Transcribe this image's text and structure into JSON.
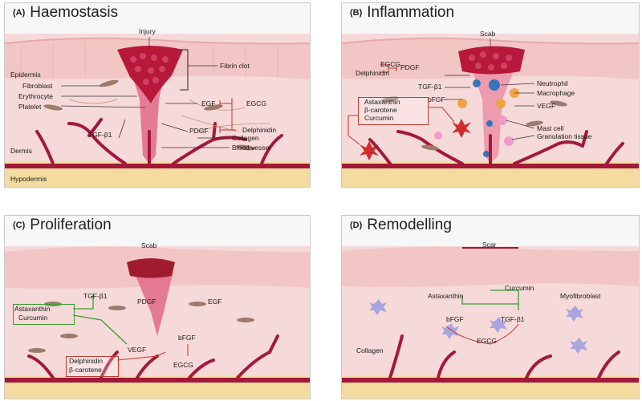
{
  "panels": {
    "a": {
      "letter": "(A)",
      "title": "Haemostasis",
      "labels": {
        "injury": "Injury",
        "fibrin_clot": "Fibrin clot",
        "epidermis": "Epidermis",
        "fibroblast": "Fibroblast",
        "erythrocyte": "Erythrocyte",
        "platelet": "Platelet",
        "egf": "EGF",
        "egcg": "EGCG",
        "tgf": "TGF-β1",
        "pdgf": "PDGF",
        "delphinidin": "Delphinidin",
        "collagen": "Collagen",
        "dermis": "Dermis",
        "blood_vessel": "Blood vessel",
        "hypodermis": "Hypodermis"
      }
    },
    "b": {
      "letter": "(B)",
      "title": "Inflammation",
      "labels": {
        "scab": "Scab",
        "egcg": "EGCG",
        "delphinidin": "Delphinidin",
        "pdgf": "PDGF",
        "tgf": "TGF-β1",
        "bfgf": "bFGF",
        "astaxanthin": "Astaxanthin",
        "beta_carotene": "β-carotene",
        "curcumin": "Curcumin",
        "neutrophil": "Neutrophil",
        "macrophage": "Macrophage",
        "vegf": "VEGF",
        "mast_cell": "Mast cell",
        "granulation": "Granulation tissue"
      }
    },
    "c": {
      "letter": "(C)",
      "title": "Proliferation",
      "labels": {
        "scab": "Scab",
        "pdgf": "PDGF",
        "egf": "EGF",
        "tgf": "TGF-β1",
        "astaxanthin": "Astaxanthin",
        "curcumin": "Curcumin",
        "vegf": "VEGF",
        "bfgf": "bFGF",
        "delphinidin": "Delphinidin",
        "beta_carotene": "β-carotene",
        "egcg": "EGCG"
      }
    },
    "d": {
      "letter": "(D)",
      "title": "Remodelling",
      "labels": {
        "scar": "Scar",
        "curcumin": "Curcumin",
        "astaxanthin": "Astaxanthin",
        "myofibroblast": "Myofibroblast",
        "bfgf": "bFGF",
        "tgf": "TGF-β1",
        "collagen": "Collagen",
        "egcg": "EGCG"
      }
    }
  },
  "colors": {
    "dermis": "#f6d9d9",
    "epidermis": "#f2c6c4",
    "hypodermis": "#f4dca0",
    "vessel": "#a3193a",
    "clot": "#b8183a",
    "inhibit": "#c0392b",
    "promote": "#3a9b32"
  }
}
